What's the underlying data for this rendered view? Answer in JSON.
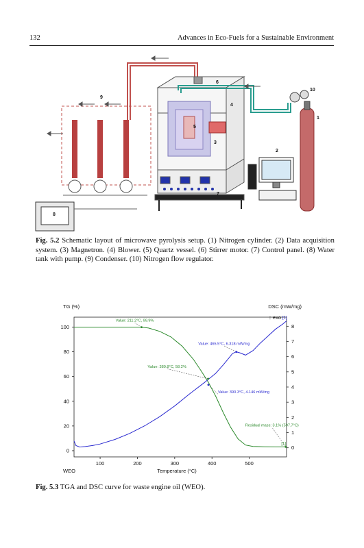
{
  "header": {
    "page_number": "132",
    "running_title": "Advances in Eco-Fuels for a Sustainable Environment"
  },
  "figure1": {
    "label": "Fig. 5.2",
    "caption": "Schematic layout of microwave pyrolysis setup. (1) Nitrogen cylinder. (2) Data acquisition system. (3) Magnetron. (4) Blower. (5) Quartz vessel. (6) Stirrer motor. (7) Control panel. (8) Water tank with pump. (9) Condenser. (10) Nitrogen flow regulator.",
    "callouts": [
      "1",
      "2",
      "3",
      "4",
      "5",
      "6",
      "7",
      "8",
      "9",
      "10"
    ]
  },
  "figure2": {
    "label": "Fig. 5.3",
    "caption": "TGA and DSC curve for waste engine oil (WEO)."
  },
  "chart_data": {
    "type": "line",
    "xlabel": "Temperature (°C)",
    "ylabel": "TG (%)",
    "y2label": "DSC (mW/mg)",
    "sample_label": "WEO",
    "exo_label": "↑ exo",
    "xlim": [
      30,
      600
    ],
    "ylim": [
      -5,
      108
    ],
    "y2lim": [
      -0.6,
      8.6
    ],
    "x_ticks": [
      100,
      200,
      300,
      400,
      500
    ],
    "y_ticks": [
      0,
      20,
      40,
      60,
      80,
      100
    ],
    "y2_ticks": [
      0,
      1,
      2,
      3,
      4,
      5,
      6,
      7,
      8
    ],
    "series": [
      {
        "name": "TG",
        "axis": "left",
        "color": "#2e8b2e",
        "x": [
          30,
          100,
          150,
          200,
          211,
          230,
          260,
          290,
          320,
          350,
          370,
          390,
          410,
          430,
          450,
          470,
          490,
          510,
          540,
          570,
          597
        ],
        "y": [
          99.9,
          99.9,
          99.9,
          99.9,
          99.9,
          99.2,
          96.5,
          92.0,
          84.5,
          74.0,
          65.0,
          55.5,
          44.0,
          31.0,
          19.0,
          9.5,
          4.6,
          3.5,
          3.2,
          3.1,
          3.1
        ],
        "end_marker": "[1]"
      },
      {
        "name": "DSC",
        "axis": "right",
        "color": "#2a2ad0",
        "x": [
          30,
          35,
          45,
          60,
          80,
          100,
          140,
          180,
          220,
          260,
          300,
          340,
          380,
          390,
          410,
          430,
          445,
          455,
          465,
          475,
          490,
          510,
          530,
          550,
          570,
          590,
          600
        ],
        "y": [
          0.45,
          0.15,
          0.05,
          0.08,
          0.15,
          0.25,
          0.55,
          0.95,
          1.45,
          2.05,
          2.75,
          3.55,
          4.3,
          4.5,
          4.9,
          5.45,
          5.9,
          6.2,
          6.318,
          6.25,
          6.1,
          6.4,
          6.9,
          7.35,
          7.8,
          8.15,
          8.35
        ],
        "end_marker": "[1]"
      }
    ],
    "annotations": [
      {
        "series": "TG",
        "text": "Value: 211.2°C, 99.9%",
        "x": 211.2,
        "y": 99.9
      },
      {
        "series": "TG",
        "text": "Value: 389.8°C, 58.2%",
        "x": 389.8,
        "y": 58.2
      },
      {
        "series": "DSC",
        "text": "Value: 465.5°C, 6.318 mW/mg",
        "x": 465.5,
        "y": 6.318
      },
      {
        "series": "DSC",
        "text": "Value: 390.3°C, 4.146 mW/mg",
        "x": 390.3,
        "y": 4.146
      },
      {
        "series": "TG",
        "text": "Residual mass: 3.1% (597.7°C)",
        "x": 597.7,
        "y": 3.1
      }
    ]
  }
}
